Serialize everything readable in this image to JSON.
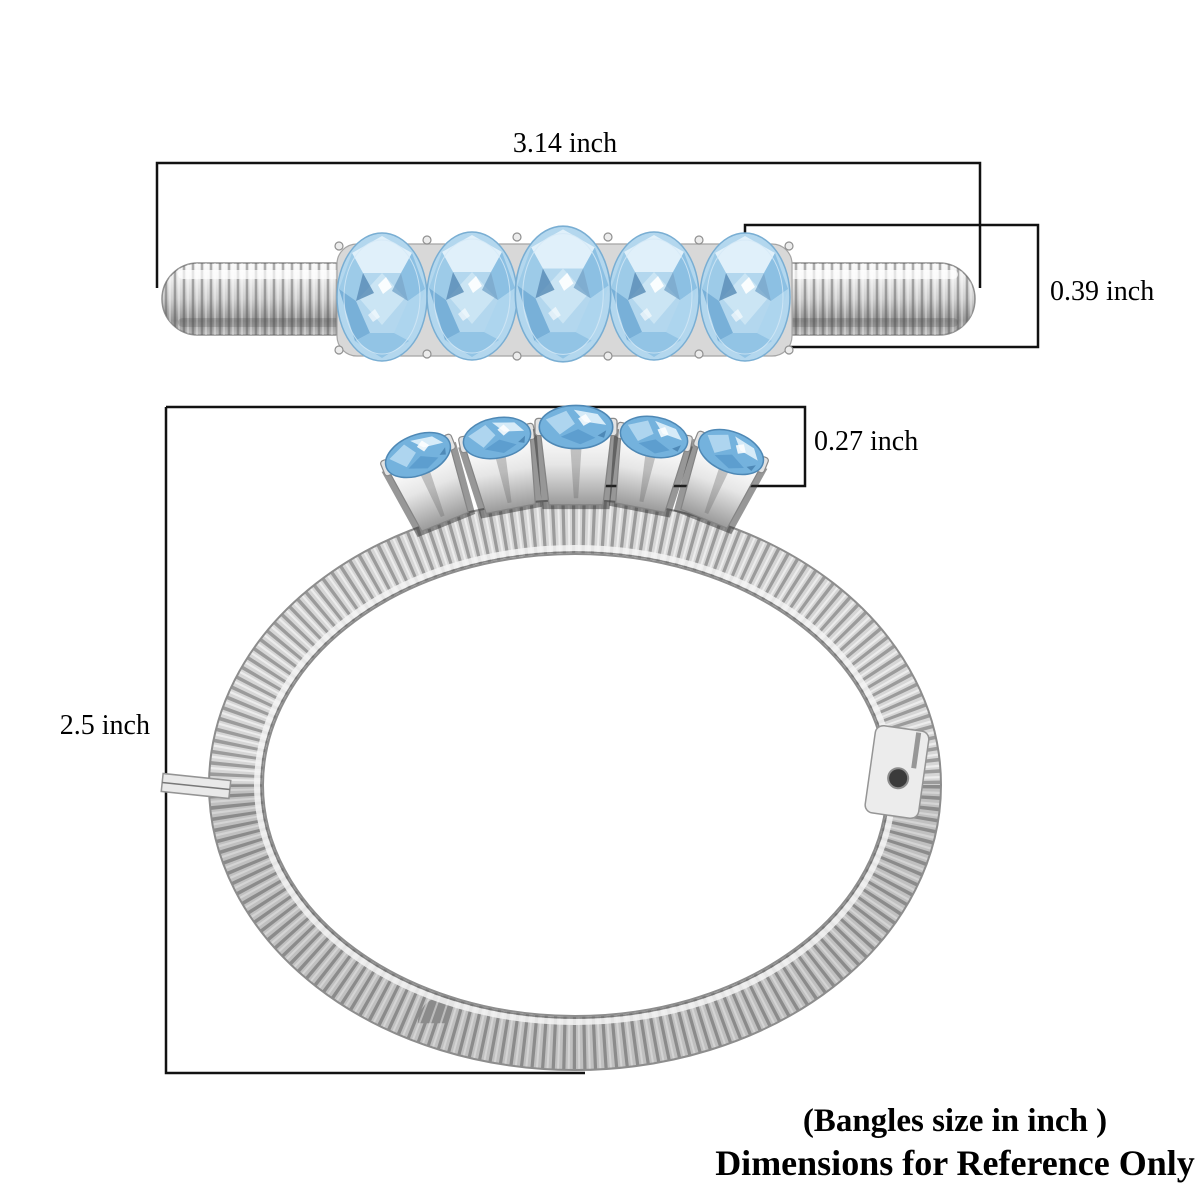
{
  "page": {
    "background_color": "#ffffff",
    "annotation_line_color": "#111111",
    "text_color": "#000000"
  },
  "product": {
    "kind": "gemstone bangle bracelet",
    "gem_count": 5,
    "gem_color": "#aed4ec",
    "gem_color_dark": "#5d92bf",
    "metal_color": "#d9d9d9",
    "metal_edge_color": "#8d8d8d"
  },
  "dimensions": {
    "width": "3.14 inch",
    "height": "0.39 inch",
    "gem_height": "0.27 inch",
    "diameter": "2.5 inch"
  },
  "footer": {
    "size_note": "(Bangles size in inch )",
    "reference_note": "Dimensions for Reference Only"
  }
}
